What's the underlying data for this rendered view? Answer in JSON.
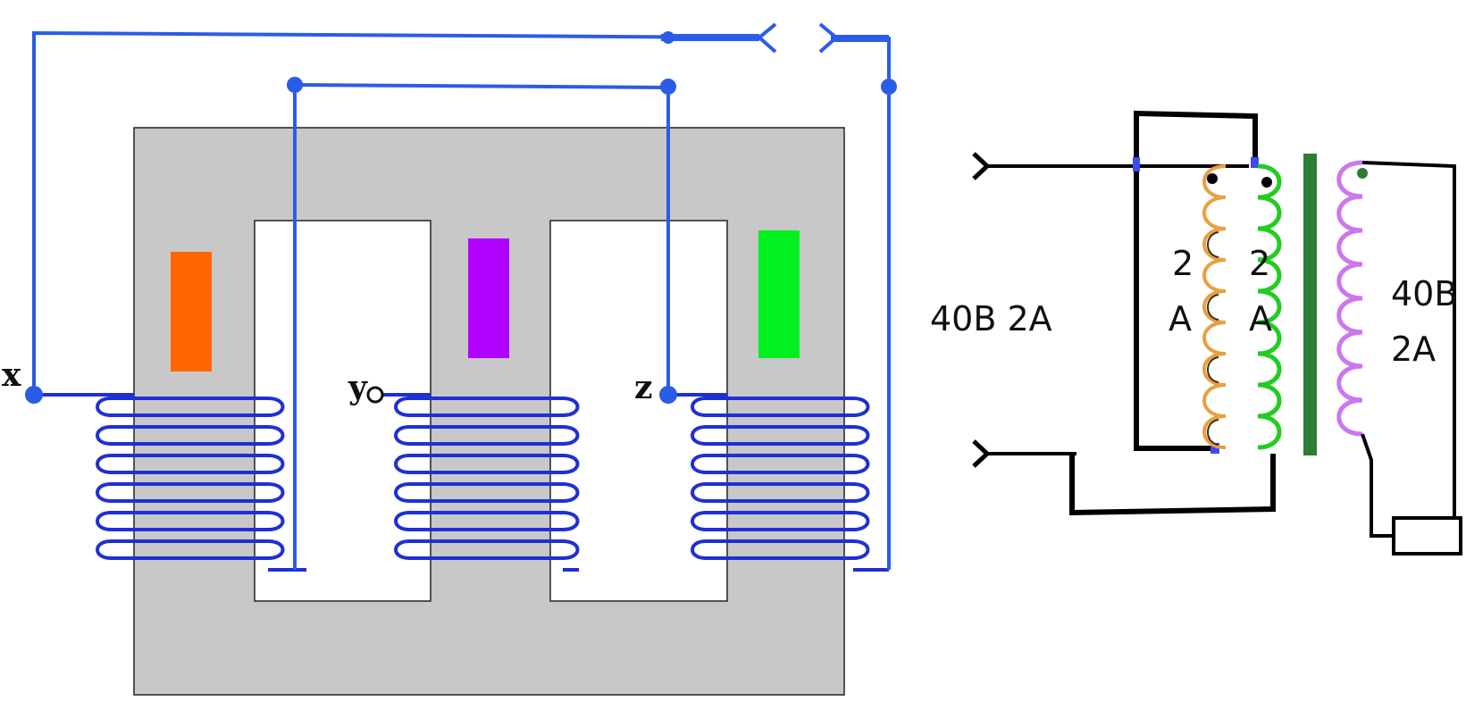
{
  "terminals": {
    "x": "x",
    "y": "y",
    "z": "z"
  },
  "labels": {
    "input_rating": "40B 2A",
    "winding1_top": "2",
    "winding1_bottom": "A",
    "winding2_top": "2",
    "winding2_bottom": "A",
    "output_top": "40B",
    "output_bottom": "2A"
  },
  "colors": {
    "core": "#c8c8c8",
    "wire": "#2a5ce8",
    "coil": "#1f2fd6",
    "block_orange": "#ff6600",
    "block_purple": "#b000ff",
    "block_green": "#00f020",
    "winding_orange": "#e8a040",
    "winding_green": "#22cc22",
    "winding_violet": "#cc77ee",
    "core_bar": "#2e7d32",
    "schematic_wire": "#000000"
  }
}
